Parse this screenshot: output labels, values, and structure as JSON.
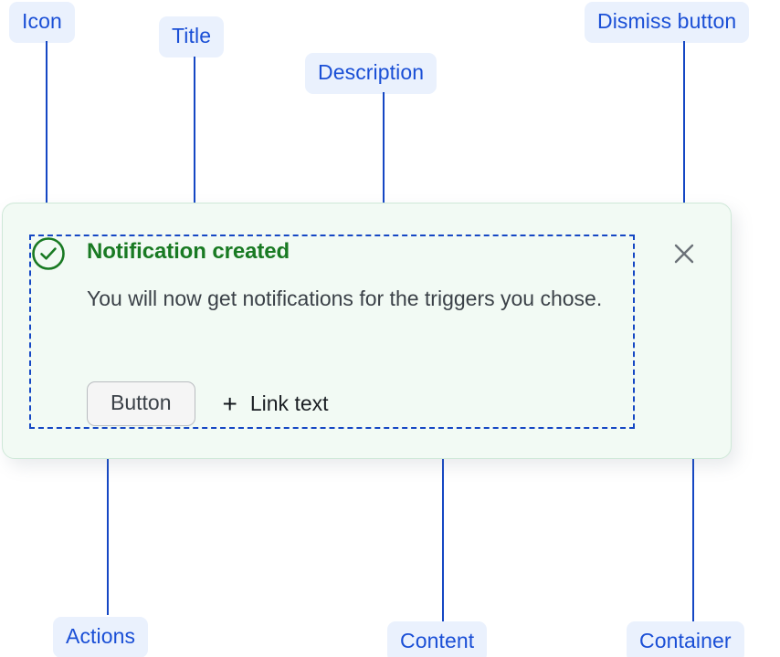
{
  "notification": {
    "status_icon": "check-circle-icon",
    "title": "Notification created",
    "description": "You will now get notifications for the triggers you chose.",
    "button_label": "Button",
    "link_label": "Link text",
    "link_prefix_icon": "plus-icon",
    "dismiss_icon": "close-icon",
    "colors": {
      "card_background": "#f2faf4",
      "card_border": "#cfe8d8",
      "title": "#197a23",
      "description": "#3b4148",
      "icon": "#197a23",
      "button_background": "#f5f5f5",
      "button_border": "#b9bcc0",
      "dismiss": "#6b7178"
    }
  },
  "annotations": {
    "accent": "#1547c4",
    "pill_background": "#eaf1fd",
    "pill_text": "#1a4fd6",
    "labels": [
      {
        "id": "icon",
        "text": "Icon"
      },
      {
        "id": "title",
        "text": "Title"
      },
      {
        "id": "description",
        "text": "Description"
      },
      {
        "id": "dismiss-button",
        "text": "Dismiss button"
      },
      {
        "id": "actions",
        "text": "Actions"
      },
      {
        "id": "content",
        "text": "Content"
      },
      {
        "id": "container",
        "text": "Container"
      }
    ]
  }
}
